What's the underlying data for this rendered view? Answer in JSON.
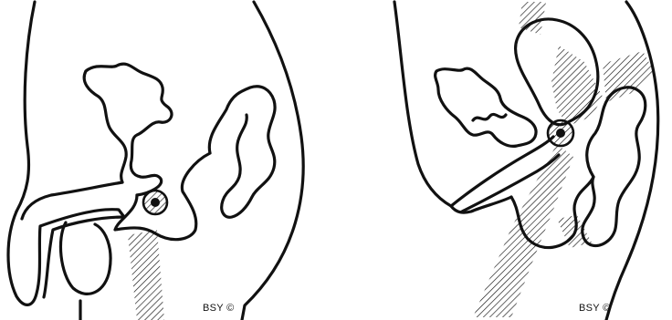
{
  "panels": [
    {
      "id": "left",
      "credit": "BSY ©"
    },
    {
      "id": "right",
      "credit": "BSY ©"
    }
  ],
  "colors": {
    "ink": "#111111",
    "background": "#ffffff"
  }
}
